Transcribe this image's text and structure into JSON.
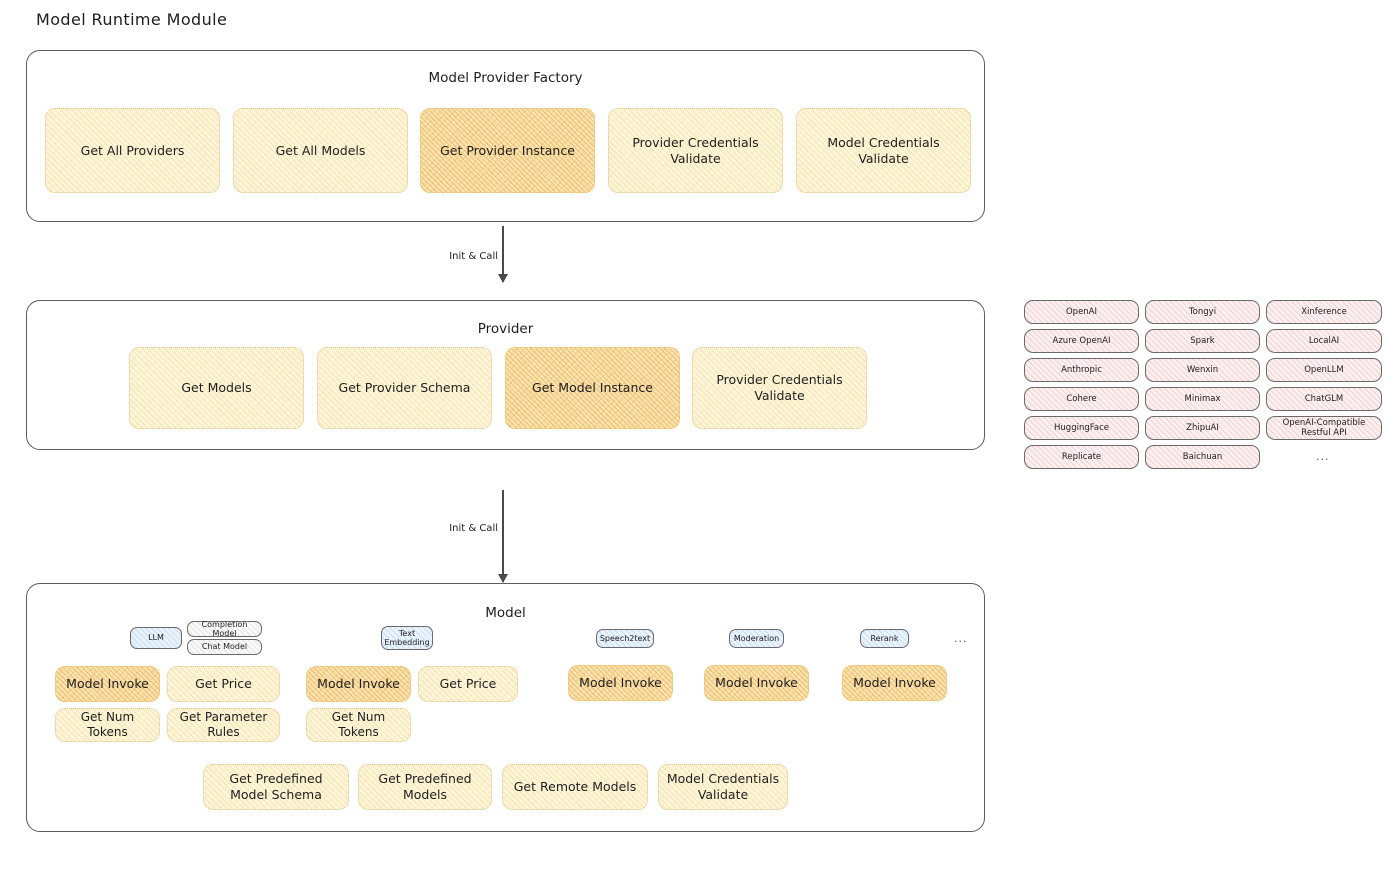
{
  "page": {
    "title": "Model Runtime Module"
  },
  "factory": {
    "title": "Model Provider Factory",
    "nodes": [
      {
        "label": "Get All Providers",
        "highlight": false
      },
      {
        "label": "Get All Models",
        "highlight": false
      },
      {
        "label": "Get Provider Instance",
        "highlight": true
      },
      {
        "label": "Provider Credentials Validate",
        "highlight": false
      },
      {
        "label": "Model Credentials Validate",
        "highlight": false
      }
    ]
  },
  "arrows": [
    {
      "label": "Init & Call"
    },
    {
      "label": "Init & Call"
    }
  ],
  "provider": {
    "title": "Provider",
    "nodes": [
      {
        "label": "Get Models",
        "highlight": false
      },
      {
        "label": "Get Provider Schema",
        "highlight": false
      },
      {
        "label": "Get Model Instance",
        "highlight": true
      },
      {
        "label": "Provider Credentials Validate",
        "highlight": false
      }
    ]
  },
  "provider_list": {
    "columns": [
      {
        "items": [
          "OpenAI",
          "Azure OpenAI",
          "Anthropic",
          "Cohere",
          "HuggingFace",
          "Replicate"
        ]
      },
      {
        "items": [
          "Tongyi",
          "Spark",
          "Wenxin",
          "Minimax",
          "ZhipuAI",
          "Baichuan"
        ]
      },
      {
        "items": [
          "Xinference",
          "LocalAI",
          "OpenLLM",
          "ChatGLM",
          "OpenAI-Compatible Restful API"
        ]
      }
    ],
    "more": "..."
  },
  "model": {
    "title": "Model",
    "more": "...",
    "groups": [
      {
        "badge": "LLM",
        "sub_badges": [
          "Completion Model",
          "Chat Model"
        ],
        "nodes": [
          {
            "label": "Model Invoke",
            "highlight": true
          },
          {
            "label": "Get Price",
            "highlight": false
          },
          {
            "label": "Get Num Tokens",
            "highlight": false
          },
          {
            "label": "Get Parameter Rules",
            "highlight": false
          }
        ]
      },
      {
        "badge": "Text Embedding",
        "sub_badges": [],
        "nodes": [
          {
            "label": "Model Invoke",
            "highlight": true
          },
          {
            "label": "Get Price",
            "highlight": false
          },
          {
            "label": "Get Num Tokens",
            "highlight": false
          }
        ]
      },
      {
        "badge": "Speech2text",
        "sub_badges": [],
        "nodes": [
          {
            "label": "Model Invoke",
            "highlight": true
          }
        ]
      },
      {
        "badge": "Moderation",
        "sub_badges": [],
        "nodes": [
          {
            "label": "Model Invoke",
            "highlight": true
          }
        ]
      },
      {
        "badge": "Rerank",
        "sub_badges": [],
        "nodes": [
          {
            "label": "Model Invoke",
            "highlight": true
          }
        ]
      }
    ],
    "shared_nodes": [
      {
        "label": "Get Predefined Model Schema"
      },
      {
        "label": "Get Predefined Models"
      },
      {
        "label": "Get Remote Models"
      },
      {
        "label": "Model Credentials Validate"
      }
    ]
  },
  "colors": {
    "node_fill": "#fdf6dd",
    "node_fill_highlight": "#fae3b4",
    "provider_pill_fill": "#fdf0f0",
    "badge_fill": "#eaf3fb",
    "stroke": "#5c5c5c",
    "text": "#1e1e1e"
  }
}
